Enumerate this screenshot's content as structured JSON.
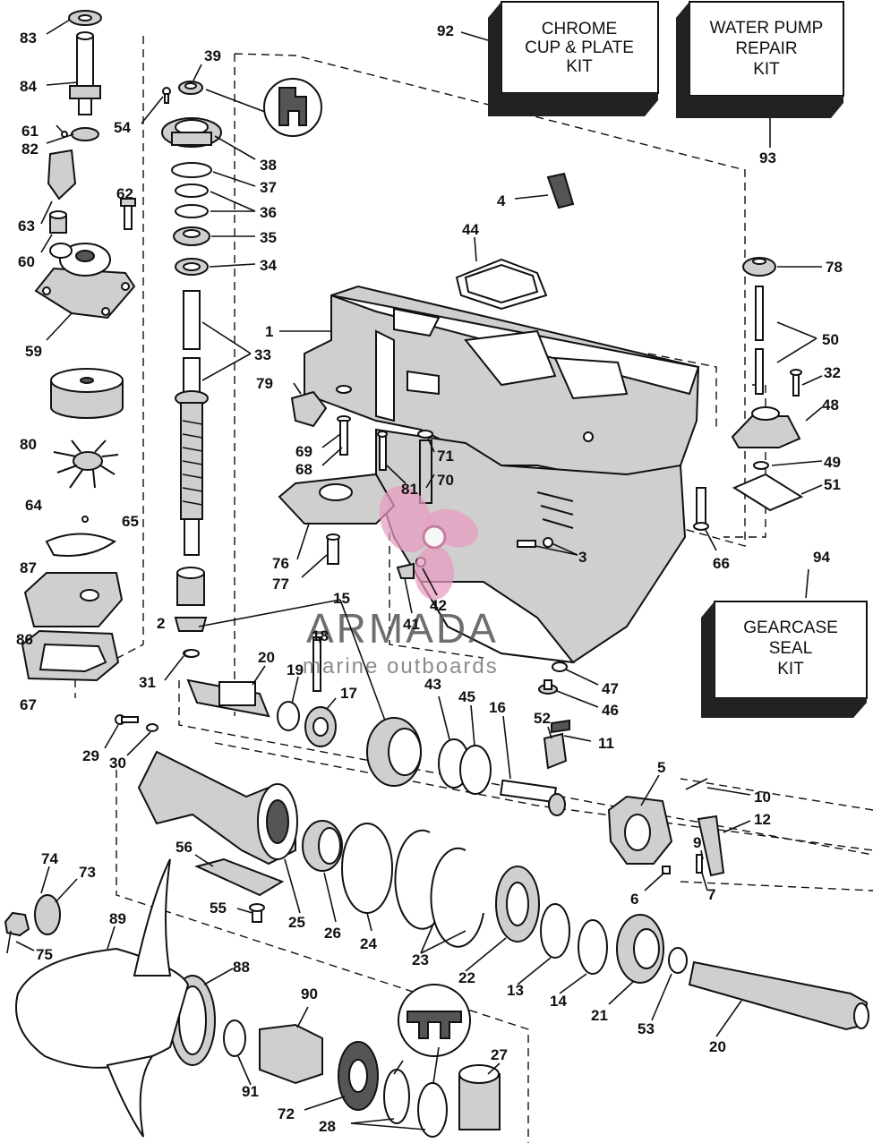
{
  "watermark": {
    "brand": "ARMADA",
    "tagline": "marine outboards",
    "logo_color": "#e79bc0"
  },
  "kits": {
    "chrome": [
      "CHROME",
      "CUP & PLATE",
      "KIT"
    ],
    "water_pump": [
      "WATER PUMP",
      "REPAIR",
      "KIT"
    ],
    "gearcase_seal": [
      "GEARCASE",
      "SEAL",
      "KIT"
    ]
  },
  "callouts": {
    "n1": "1",
    "n2": "2",
    "n3": "3",
    "n4": "4",
    "n5": "5",
    "n6": "6",
    "n7": "7",
    "n9": "9",
    "n10": "10",
    "n11": "11",
    "n12": "12",
    "n13": "13",
    "n14": "14",
    "n15": "15",
    "n16": "16",
    "n17": "17",
    "n18": "18",
    "n19": "19",
    "n20a": "20",
    "n20b": "20",
    "n21": "21",
    "n22": "22",
    "n23": "23",
    "n24": "24",
    "n25": "25",
    "n26": "26",
    "n27": "27",
    "n28": "28",
    "n29": "29",
    "n30": "30",
    "n31": "31",
    "n32": "32",
    "n33": "33",
    "n34": "34",
    "n35": "35",
    "n36": "36",
    "n37": "37",
    "n38": "38",
    "n39": "39",
    "n41": "41",
    "n42": "42",
    "n43": "43",
    "n44": "44",
    "n45": "45",
    "n46": "46",
    "n47": "47",
    "n48": "48",
    "n49": "49",
    "n50": "50",
    "n51": "51",
    "n52": "52",
    "n53": "53",
    "n54": "54",
    "n55": "55",
    "n56": "56",
    "n59": "59",
    "n60": "60",
    "n61": "61",
    "n62": "62",
    "n63": "63",
    "n64": "64",
    "n65": "65",
    "n66": "66",
    "n67": "67",
    "n68": "68",
    "n69": "69",
    "n70": "70",
    "n71": "71",
    "n72": "72",
    "n73": "73",
    "n74": "74",
    "n75": "75",
    "n76": "76",
    "n77": "77",
    "n78": "78",
    "n79": "79",
    "n80": "80",
    "n81": "81",
    "n82": "82",
    "n83": "83",
    "n84": "84",
    "n86": "86",
    "n87": "87",
    "n88": "88",
    "n89": "89",
    "n90": "90",
    "n91": "91",
    "n92": "92",
    "n93": "93",
    "n94": "94"
  }
}
